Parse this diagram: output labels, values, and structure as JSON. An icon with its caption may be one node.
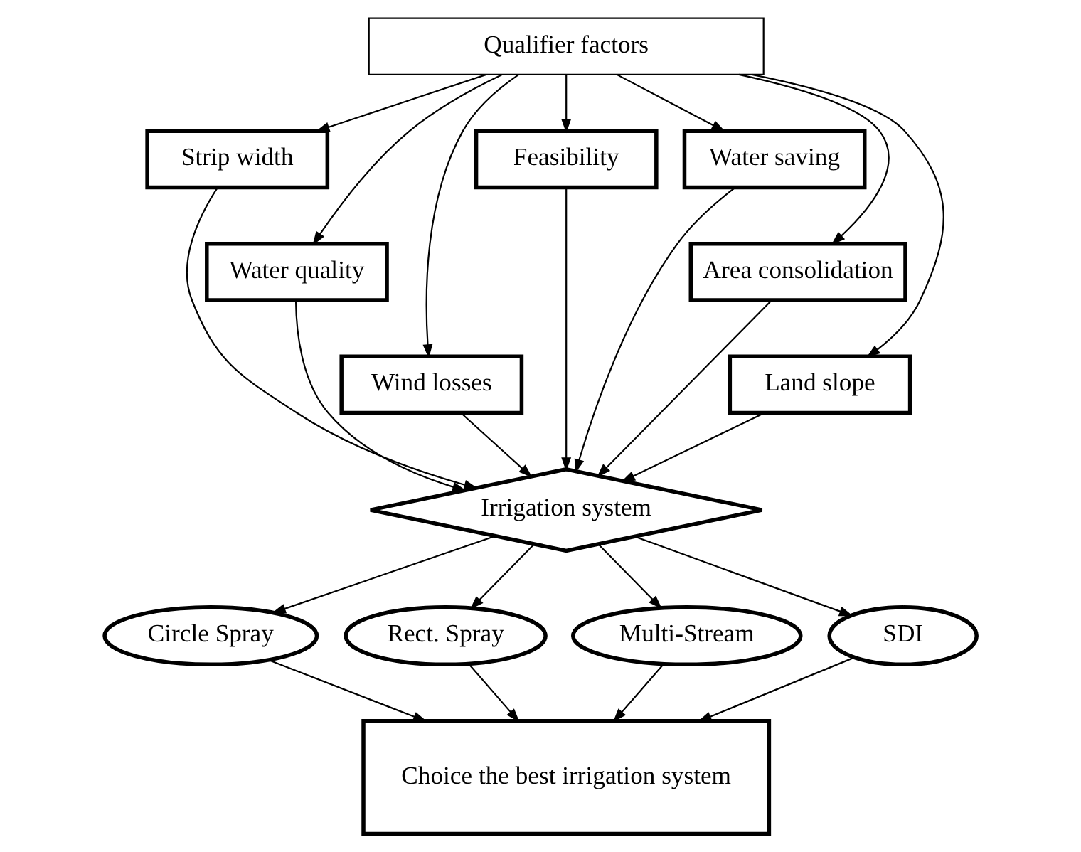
{
  "diagram": {
    "nodes": [
      {
        "text": [
          "Qualifier factors"
        ]
      },
      {
        "text": [
          "Strip width"
        ]
      },
      {
        "text": [
          "Feasibility"
        ]
      },
      {
        "text": [
          "Water saving"
        ]
      },
      {
        "text": [
          "Water quality"
        ]
      },
      {
        "text": [
          "Area consolidation"
        ]
      },
      {
        "text": [
          "Wind losses"
        ]
      },
      {
        "text": [
          "Land slope"
        ]
      },
      {
        "text": [
          "Irrigation system"
        ]
      },
      {
        "text": [
          "Circle Spray"
        ]
      },
      {
        "text": [
          "Rect. Spray"
        ]
      },
      {
        "text": [
          "Multi-Stream"
        ]
      },
      {
        "text": [
          "SDI"
        ]
      },
      {
        "text": [
          "Choice the best irrigation system"
        ]
      }
    ],
    "edges": [
      {
        "from": 0,
        "to": 1,
        "arrow": "to"
      },
      {
        "from": 0,
        "to": 2,
        "arrow": "to"
      },
      {
        "from": 0,
        "to": 3,
        "arrow": "to"
      },
      {
        "from": 0,
        "to": 4,
        "arrow": "to"
      },
      {
        "from": 0,
        "to": 5,
        "arrow": "to"
      },
      {
        "from": 0,
        "to": 6,
        "arrow": "to"
      },
      {
        "from": 0,
        "to": 7,
        "arrow": "to"
      },
      {
        "from": 1,
        "to": 8,
        "arrow": "to"
      },
      {
        "from": 2,
        "to": 8,
        "arrow": "to"
      },
      {
        "from": 3,
        "to": 8,
        "arrow": "to"
      },
      {
        "from": 4,
        "to": 8,
        "arrow": "to"
      },
      {
        "from": 5,
        "to": 8,
        "arrow": "to"
      },
      {
        "from": 6,
        "to": 8,
        "arrow": "to"
      },
      {
        "from": 7,
        "to": 8,
        "arrow": "to"
      },
      {
        "from": 8,
        "to": 9,
        "arrow": "to"
      },
      {
        "from": 8,
        "to": 10,
        "arrow": "to"
      },
      {
        "from": 8,
        "to": 11,
        "arrow": "to"
      },
      {
        "from": 8,
        "to": 12,
        "arrow": "to"
      },
      {
        "from": 9,
        "to": 13,
        "arrow": "to"
      },
      {
        "from": 10,
        "to": 13,
        "arrow": "to"
      },
      {
        "from": 11,
        "to": 13,
        "arrow": "to"
      },
      {
        "from": 12,
        "to": 13,
        "arrow": "to"
      }
    ]
  }
}
